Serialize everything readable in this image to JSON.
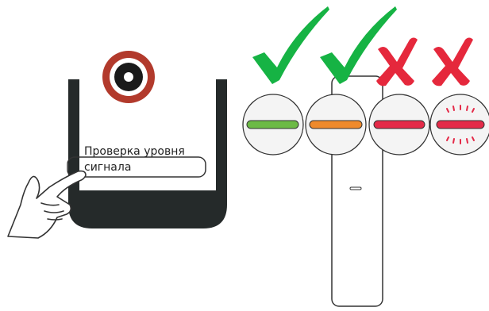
{
  "instruction": {
    "line1": "Проверка уровня",
    "line2": "сигнала"
  },
  "indicators": [
    {
      "state": "ok",
      "led_color": "#6cba45",
      "mark": "check-icon",
      "mark_color": "#16b344"
    },
    {
      "state": "ok",
      "led_color": "#ef8a2c",
      "mark": "check-icon",
      "mark_color": "#16b344"
    },
    {
      "state": "fail",
      "led_color": "#e42a48",
      "mark": "cross-icon",
      "mark_color": "#e5283c"
    },
    {
      "state": "fail",
      "led_color": "#e42a48",
      "mark": "cross-icon",
      "mark_color": "#e5283c",
      "blinking": true
    }
  ],
  "colors": {
    "phone_frame": "#252a2a",
    "camera_ring": "#b23a2c",
    "outline": "#333333"
  }
}
